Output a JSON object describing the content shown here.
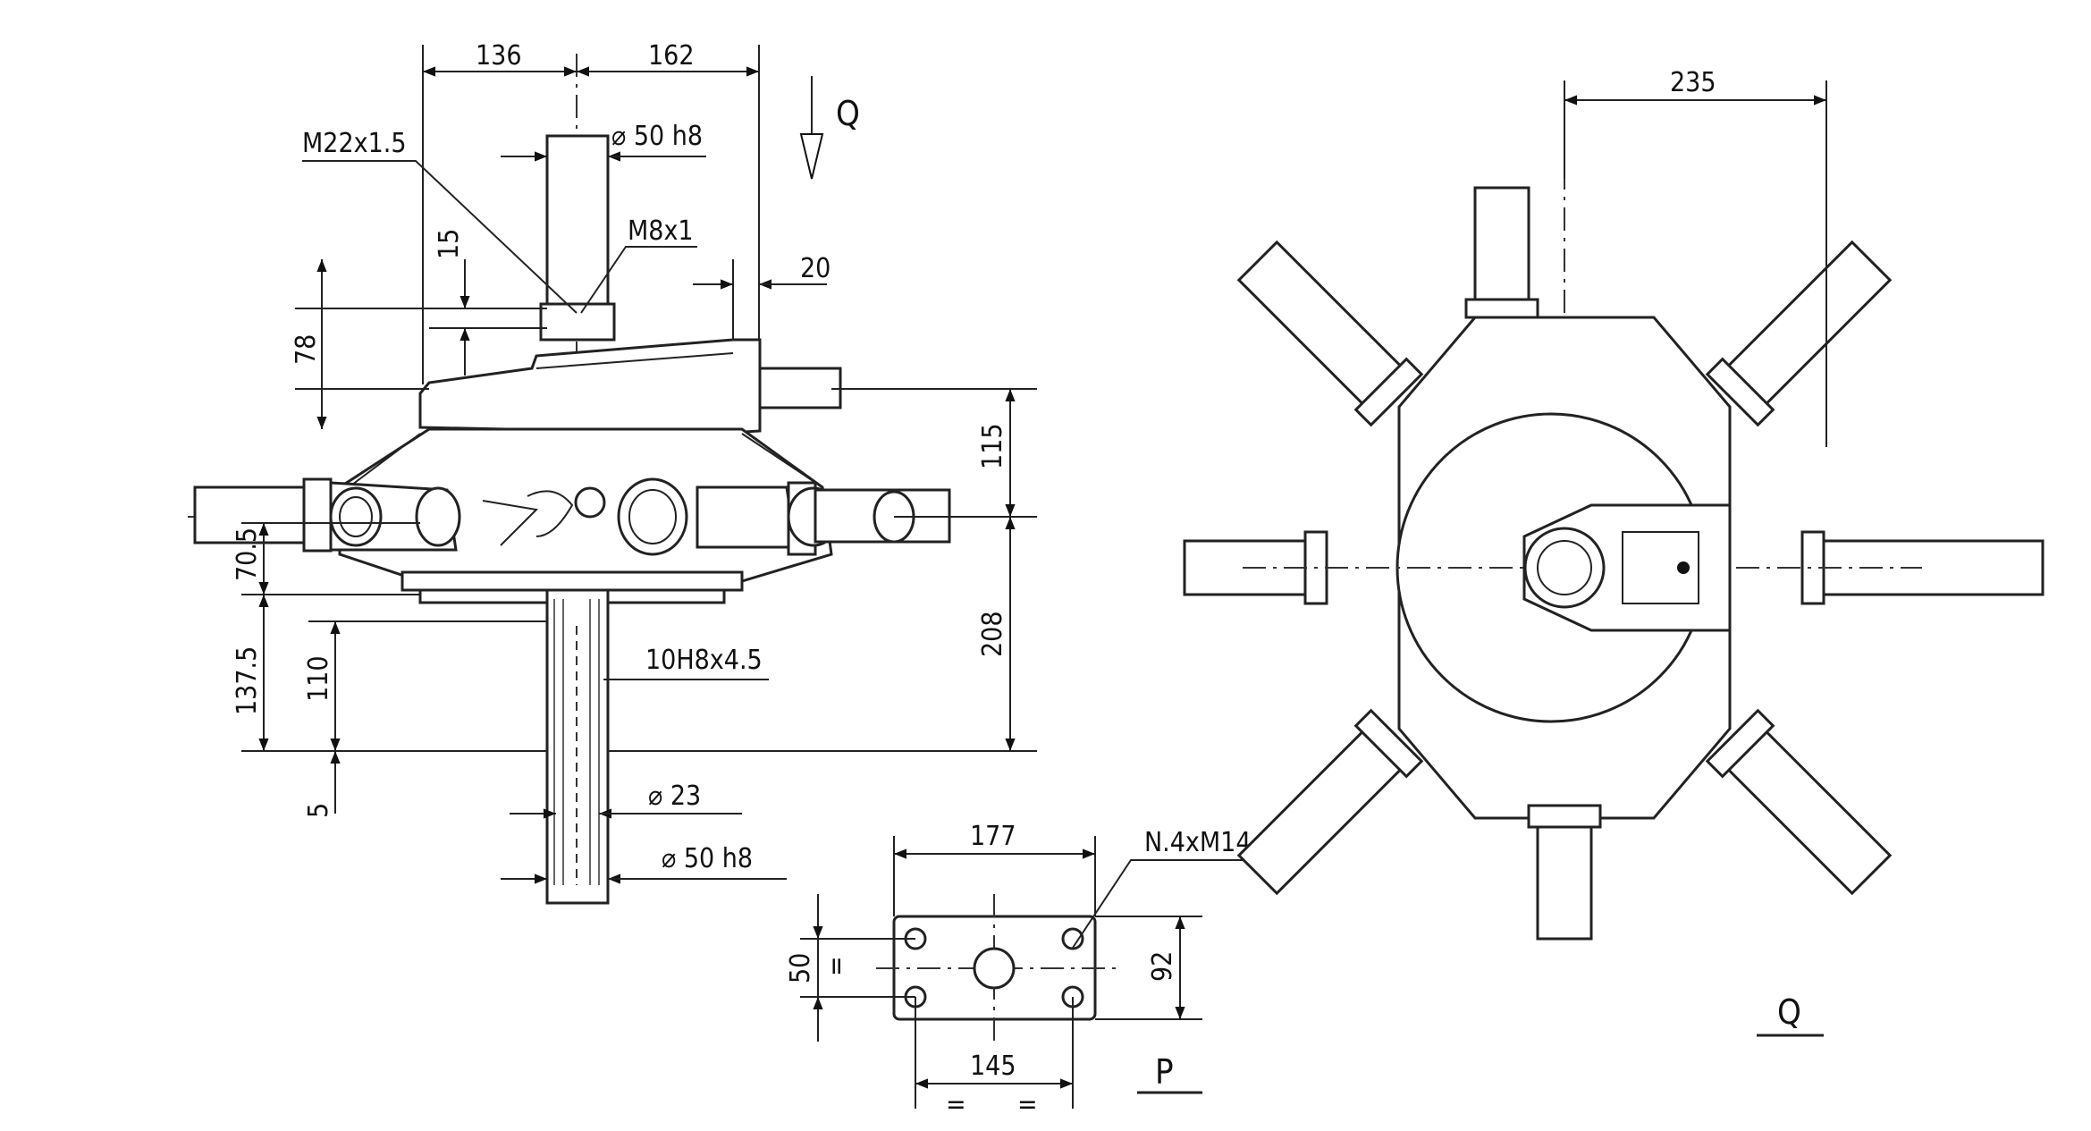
{
  "front_view": {
    "dims": {
      "w136": "136",
      "w162": "162",
      "shaft_top": "⌀ 50 h8",
      "thread_top": "M22x1.5",
      "thread_small": "M8x1",
      "h15": "15",
      "w20": "20",
      "h78": "78",
      "h115": "115",
      "h70_5": "70.5",
      "h137_5": "137.5",
      "h110": "110",
      "h208": "208",
      "h5": "5",
      "spline": "10H8x4.5",
      "d23": "⌀ 23",
      "shaft_bottom": "⌀ 50 h8"
    },
    "arrow_label": "Q"
  },
  "flange_view": {
    "dims": {
      "w177": "177",
      "w145": "145",
      "h50": "50",
      "h92": "92",
      "holes": "N.4xM14",
      "eq": "="
    },
    "view_label": "P"
  },
  "top_view": {
    "dims": {
      "w235": "235"
    },
    "view_label": "Q"
  }
}
